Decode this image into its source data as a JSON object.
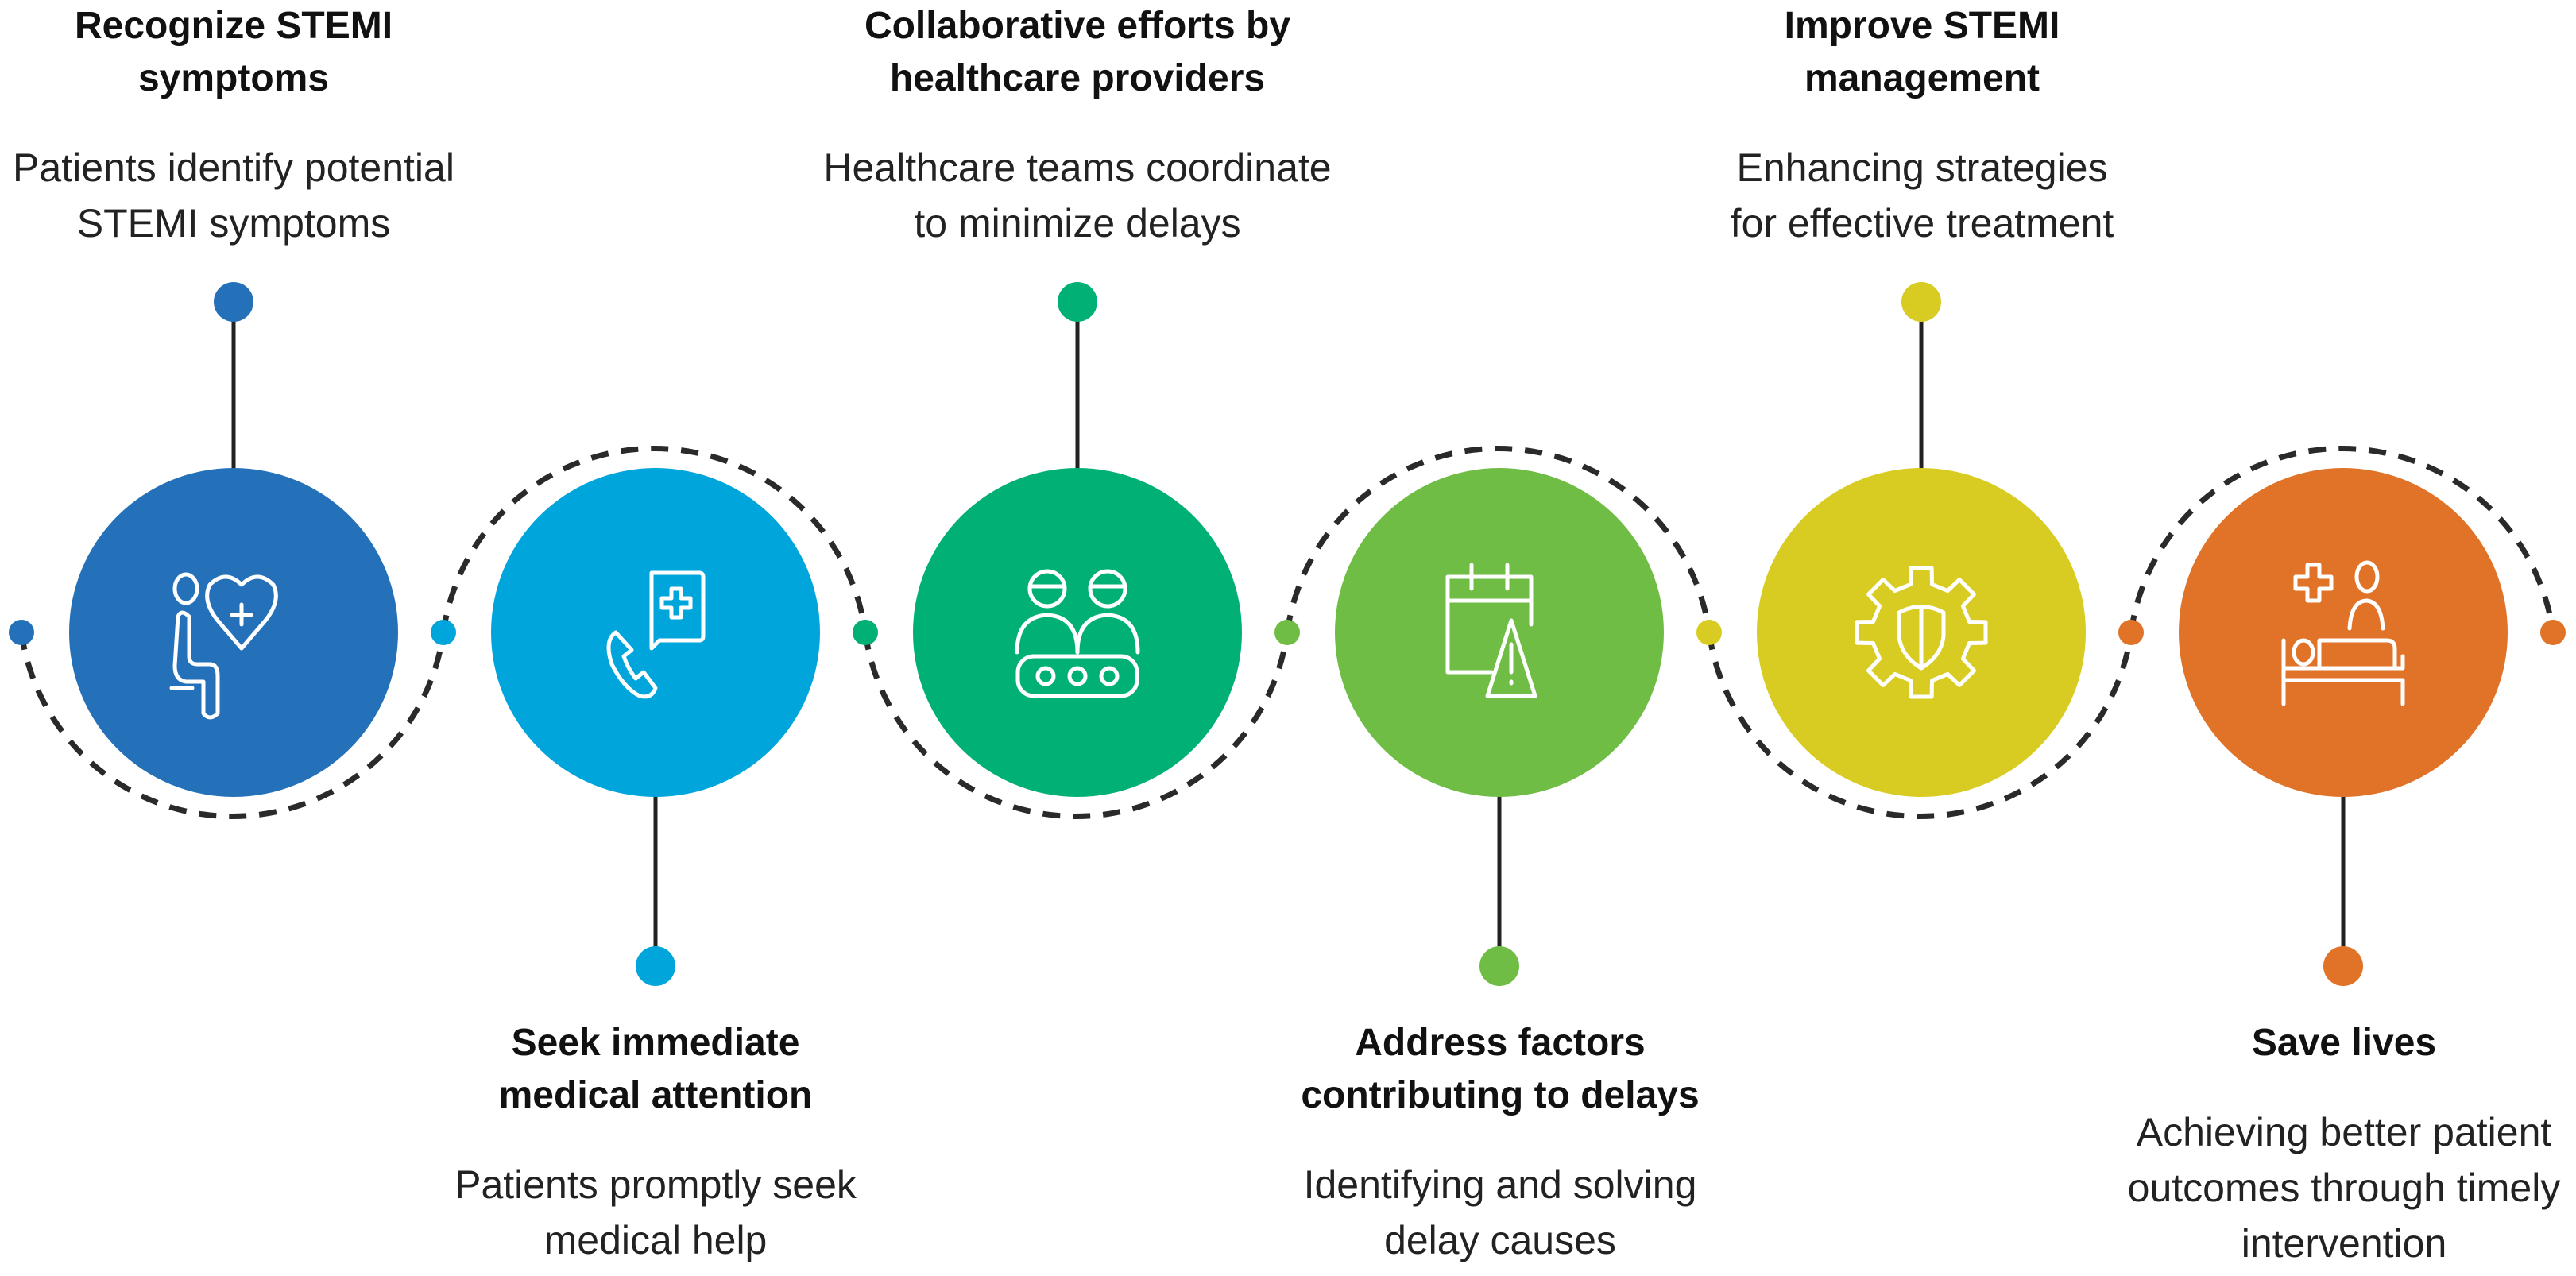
{
  "steps": [
    {
      "title_line1": "Recognize STEMI",
      "title_line2": "symptoms",
      "desc_line1": "Patients identify potential",
      "desc_line2": "STEMI symptoms",
      "desc_line3": "",
      "color": "#2471b9",
      "icon": "patient-heart-icon",
      "position": "top"
    },
    {
      "title_line1": "Seek immediate",
      "title_line2": "medical attention",
      "desc_line1": "Patients promptly seek",
      "desc_line2": "medical help",
      "desc_line3": "",
      "color": "#00a5db",
      "icon": "phone-medical-icon",
      "position": "bottom"
    },
    {
      "title_line1": "Collaborative efforts by",
      "title_line2": "healthcare providers",
      "desc_line1": "Healthcare teams coordinate",
      "desc_line2": "to minimize delays",
      "desc_line3": "",
      "color": "#00b074",
      "icon": "team-icon",
      "position": "top"
    },
    {
      "title_line1": "Address factors",
      "title_line2": "contributing to delays",
      "desc_line1": "Identifying and solving",
      "desc_line2": "delay causes",
      "desc_line3": "",
      "color": "#6fbd45",
      "icon": "calendar-warning-icon",
      "position": "bottom"
    },
    {
      "title_line1": "Improve STEMI",
      "title_line2": "management",
      "desc_line1": "Enhancing strategies",
      "desc_line2": "for effective treatment",
      "desc_line3": "",
      "color": "#d8cc22",
      "icon": "gear-shield-icon",
      "position": "top"
    },
    {
      "title_line1": "Save lives",
      "title_line2": "",
      "desc_line1": "Achieving better patient",
      "desc_line2": "outcomes through timely",
      "desc_line3": "intervention",
      "color": "#e07328",
      "icon": "hospital-bed-icon",
      "position": "bottom"
    }
  ]
}
